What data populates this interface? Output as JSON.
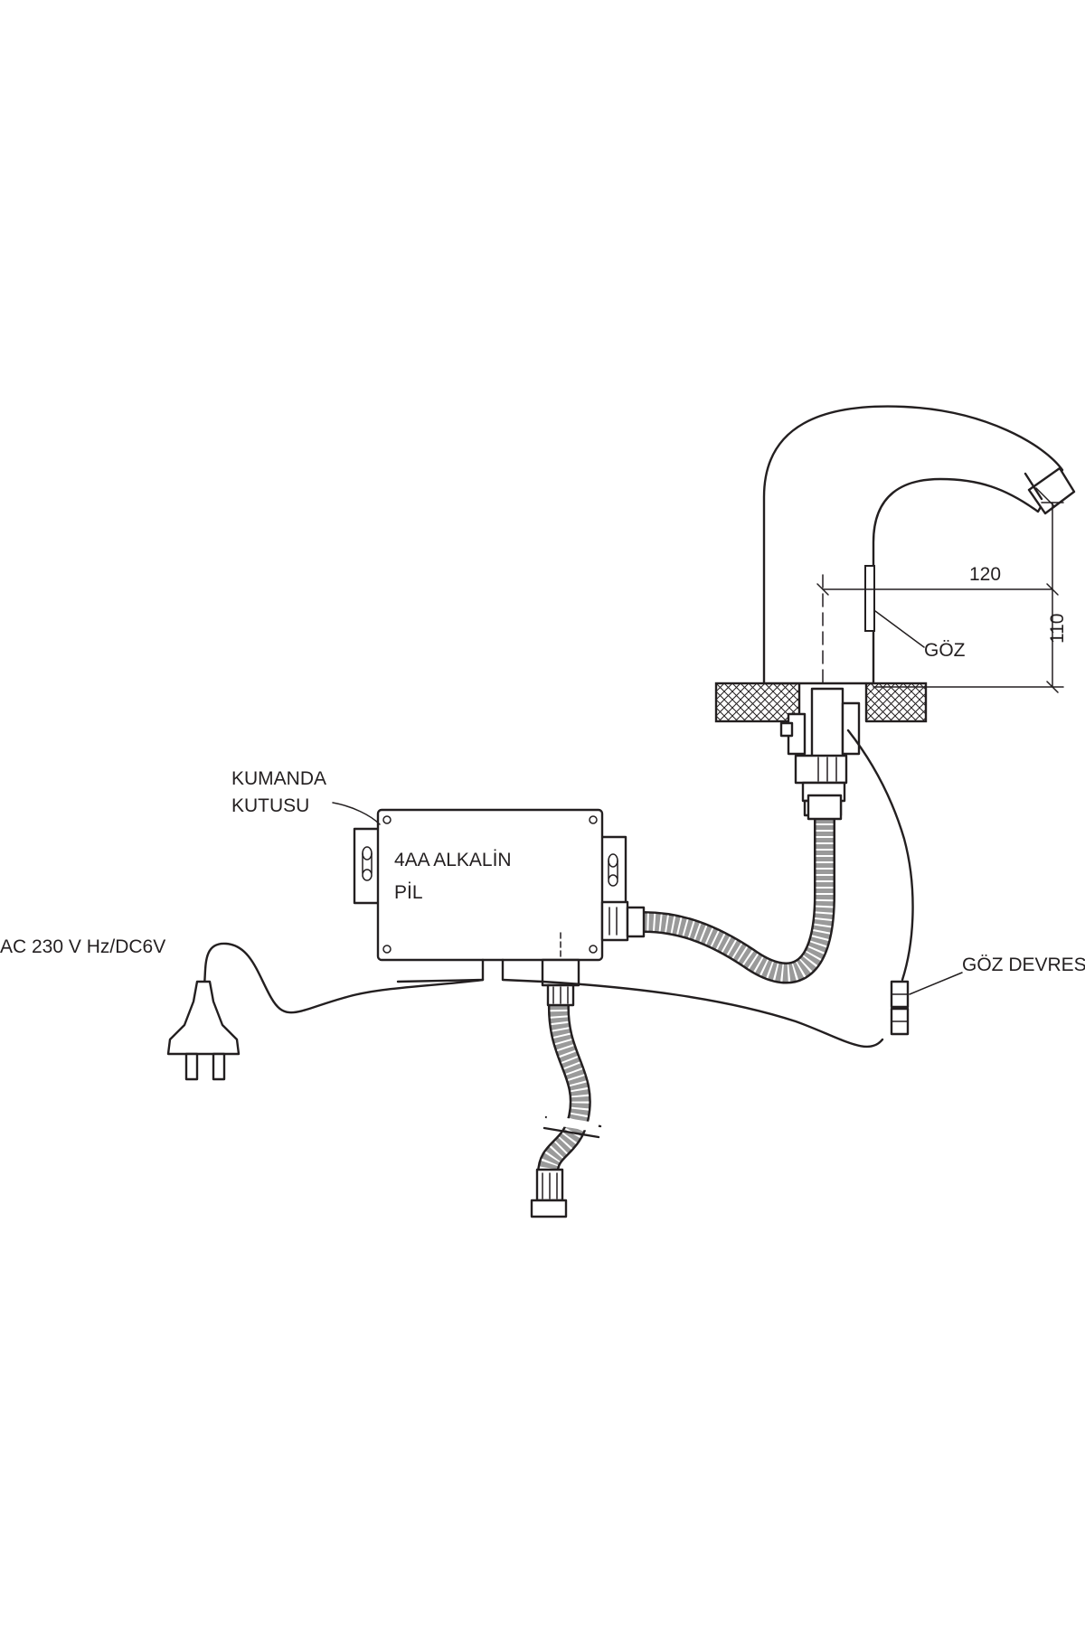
{
  "labels": {
    "control_box": [
      "KUMANDA",
      "KUTUSU"
    ],
    "battery": [
      "4AA ALKALİN",
      "PİL"
    ],
    "power": "AC 230 V Hz/DC6V",
    "sensor": "GÖZ",
    "sensor_circuit": "GÖZ DEVRESİ",
    "dim_width": "120",
    "dim_height": "110"
  },
  "colors": {
    "line": "#231f20",
    "hose_fill": "#9a9a9a",
    "countertop_hatch": "#231f20",
    "background": "#ffffff"
  }
}
